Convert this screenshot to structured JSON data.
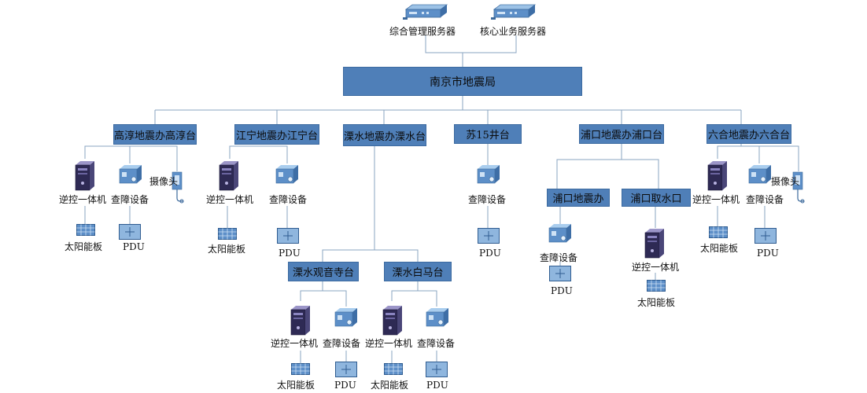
{
  "servers": {
    "left": "综合管理服务器",
    "right": "核心业务服务器"
  },
  "root": "南京市地震局",
  "stations": {
    "s1": "高淳地震办高淳台",
    "s2": "江宁地震办江宁台",
    "s3": "溧水地震办溧水台",
    "s4": "苏15井台",
    "s5": "浦口地震办浦口台",
    "s6": "六合地震办六合台"
  },
  "substations": {
    "s3a": "溧水观音寺台",
    "s3b": "溧水白马台",
    "s5a": "浦口地震办",
    "s5b": "浦口取水口"
  },
  "devices": {
    "inverter": "逆控一体机",
    "detector": "查障设备",
    "camera": "摄像头",
    "solar": "太阳能板",
    "pdu": "PDU"
  },
  "colors": {
    "box_fill": "#4f7fb8",
    "line": "#8aa4c0"
  }
}
